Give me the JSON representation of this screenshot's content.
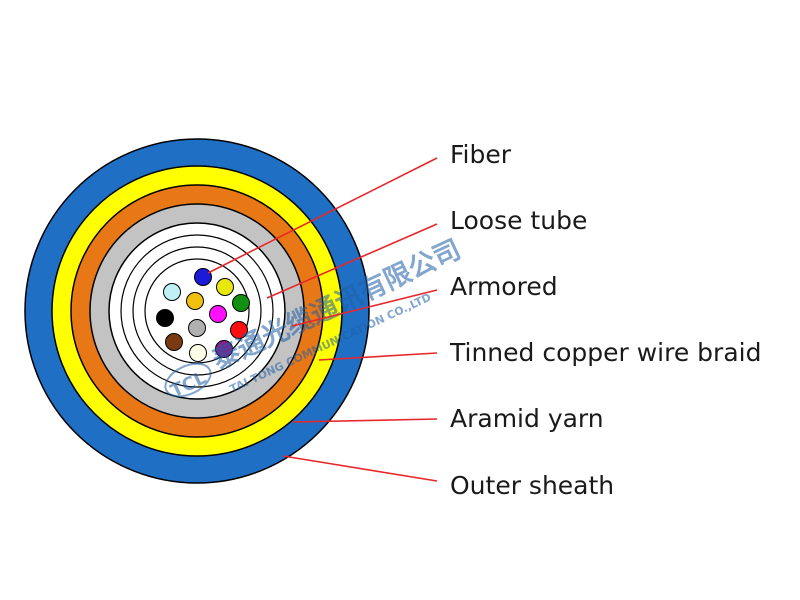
{
  "labels": {
    "fiber": "Fiber",
    "loose_tube": "Loose tube",
    "armored": "Armored",
    "tinned_braid": "Tinned copper wire braid",
    "aramid_yarn": "Aramid yarn",
    "outer_sheath": "Outer sheath"
  },
  "watermark": {
    "logo": "TCL",
    "company_cn": "泰通光缆通讯有限公司",
    "company_en": "TAI TONG COMMUNICATION CO.,LTD"
  },
  "colors": {
    "outer_sheath": "#1f6fc5",
    "aramid_yarn": "#ffff00",
    "tinned_braid": "#e87715",
    "armored": "#c3c3c3",
    "loose_tube": "#ffffff",
    "leader_line": "#e8262b",
    "fibers": [
      "#1a1ad8",
      "#bff0f5",
      "#f0c010",
      "#e8e810",
      "#119011",
      "#000000",
      "#b0b0b0",
      "#ff10ff",
      "#ff1010",
      "#7a3a10",
      "#ffffe8",
      "#8a1f8a"
    ]
  }
}
